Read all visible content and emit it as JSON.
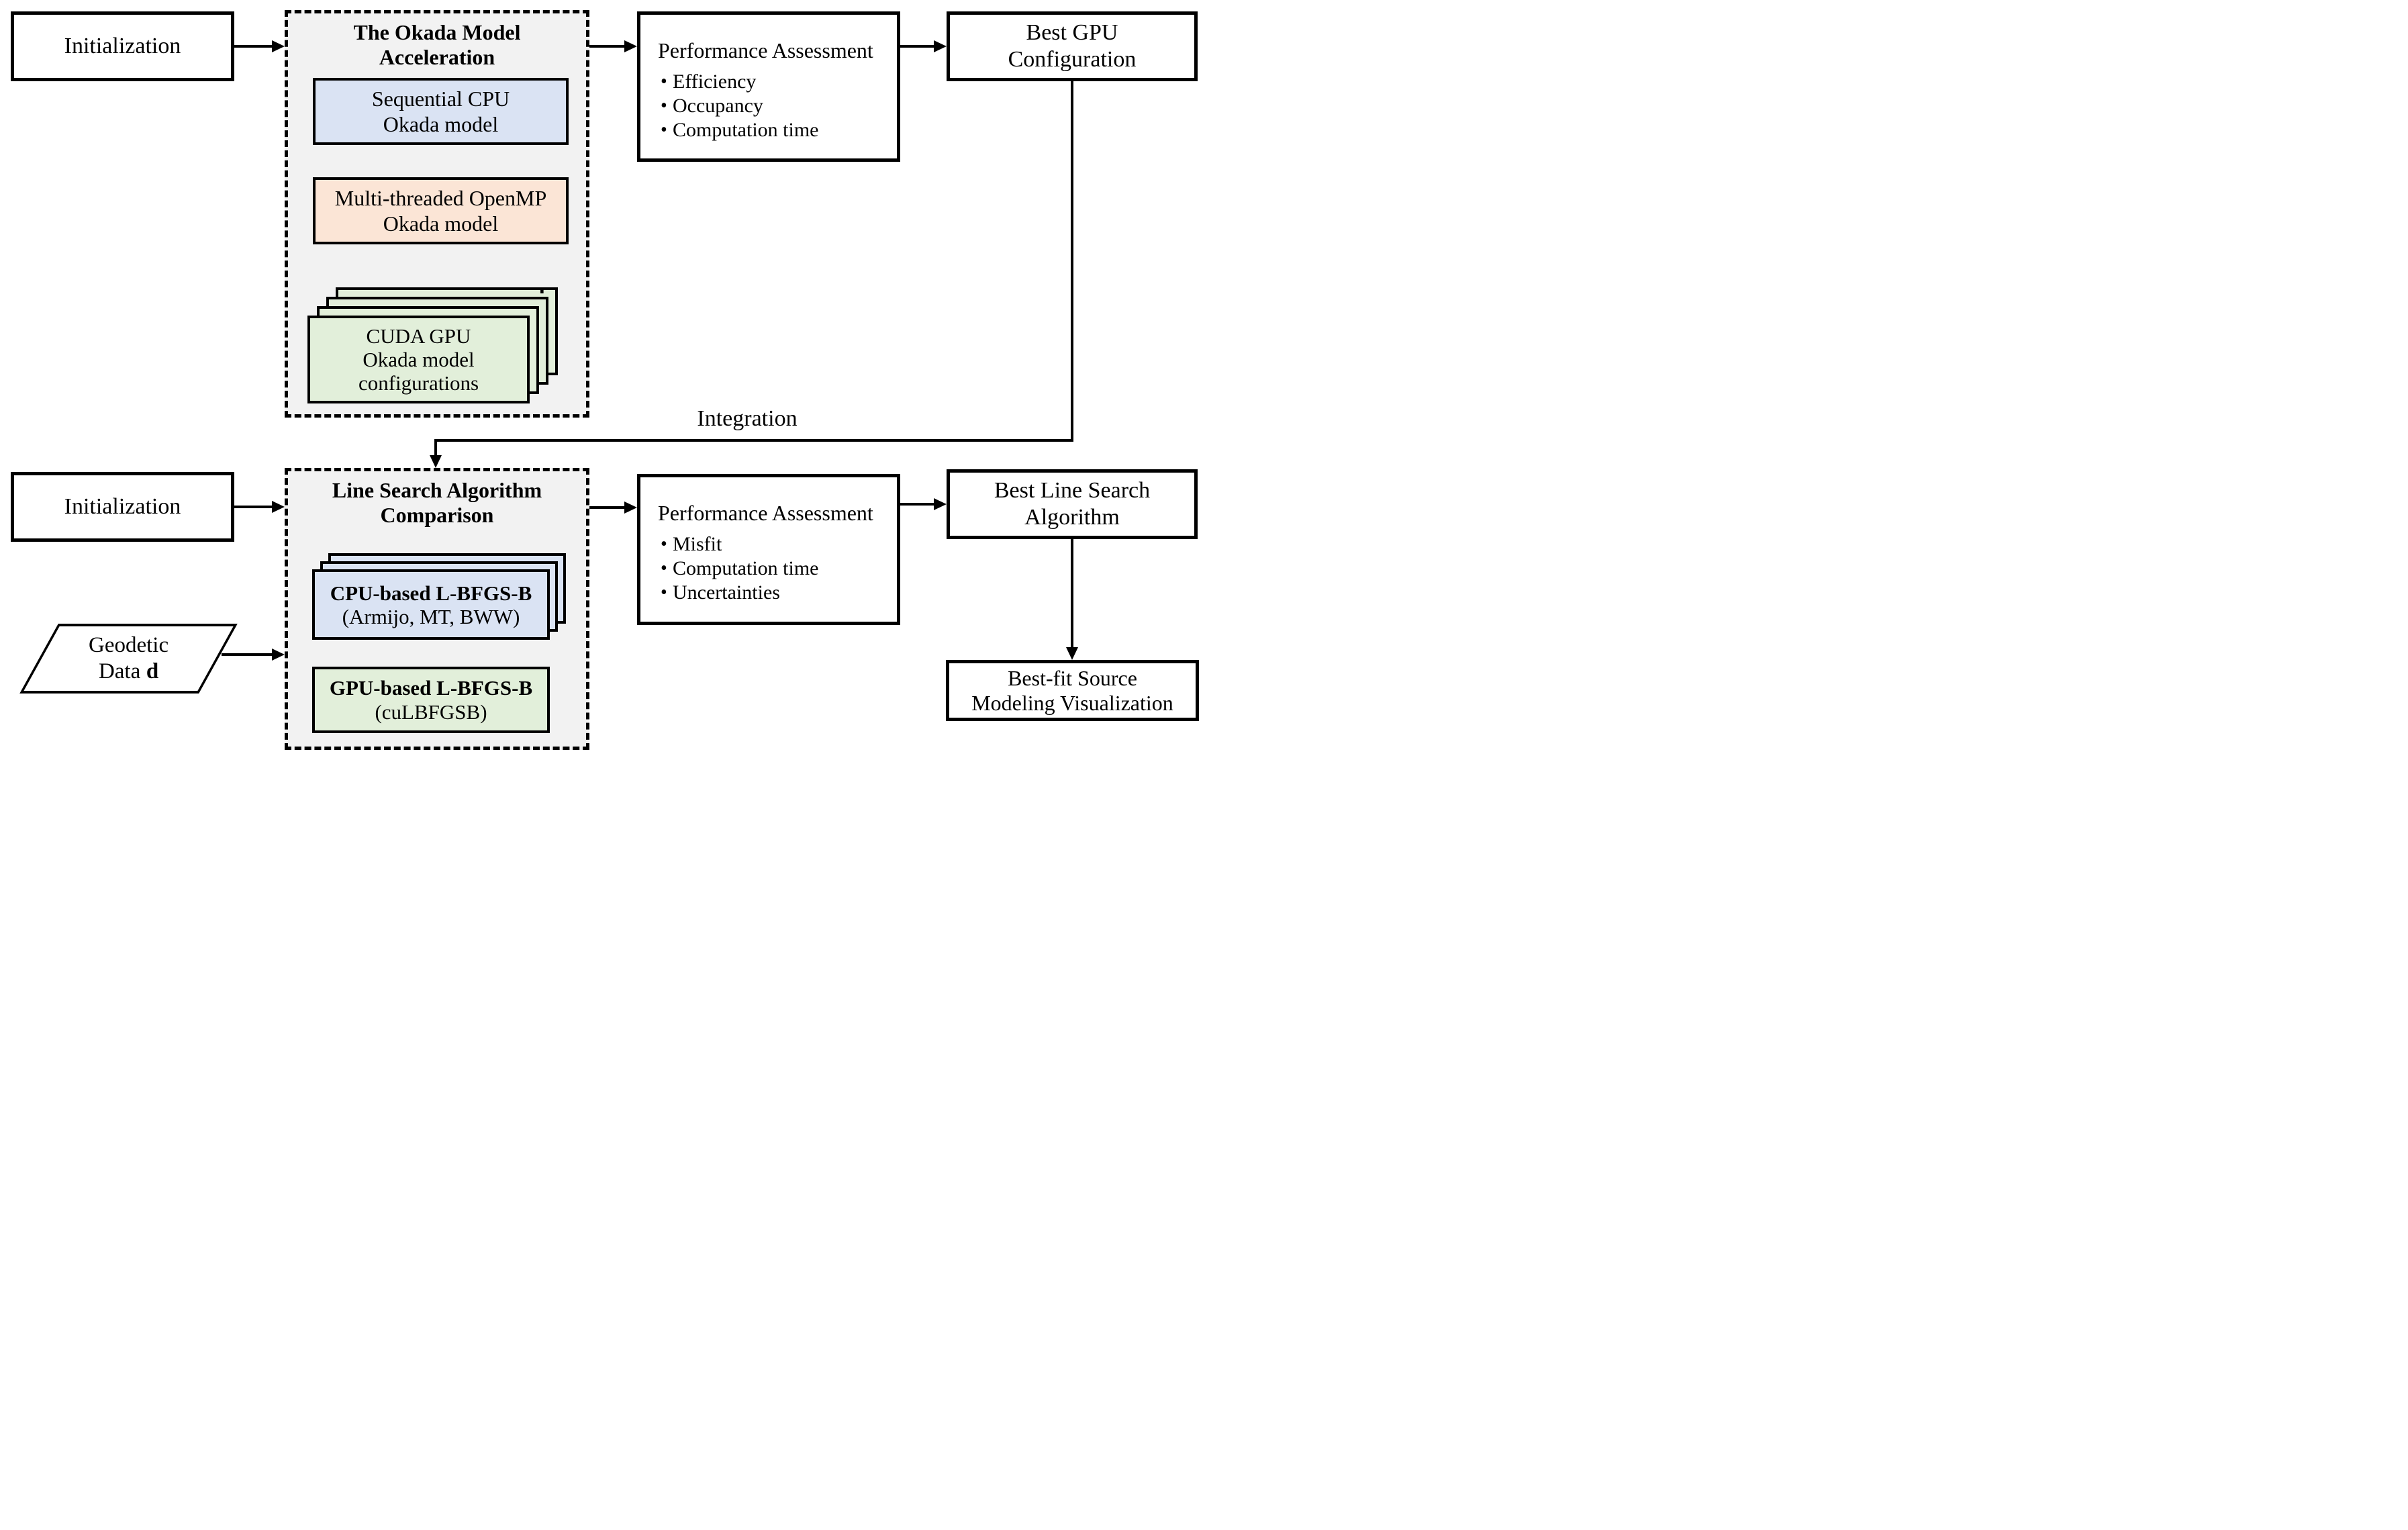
{
  "diagram": {
    "top_row": {
      "initialization": "Initialization",
      "okada_group": {
        "title_line1": "The Okada Model",
        "title_line2": "Acceleration",
        "sequential_box": {
          "line1": "Sequential CPU",
          "line2": "Okada model"
        },
        "openmp_box": {
          "line1": "Multi-threaded OpenMP",
          "line2": "Okada model"
        },
        "cuda_stack": {
          "line1": "CUDA GPU",
          "line2": "Okada model",
          "line3": "configurations",
          "ellipsis": "⋰"
        }
      },
      "performance": {
        "title": "Performance Assessment",
        "bullet_char": "•",
        "bullets": [
          "Efficiency",
          "Occupancy",
          "Computation time"
        ]
      },
      "best_gpu": {
        "line1": "Best GPU",
        "line2": "Configuration"
      }
    },
    "integration_label": "Integration",
    "bottom_row": {
      "initialization": "Initialization",
      "geodetic": {
        "line1": "Geodetic",
        "line2_prefix": "Data",
        "line2_bold": "d"
      },
      "ls_group": {
        "title_line1": "Line Search Algorithm",
        "title_line2": "Comparison",
        "cpu_box": {
          "line1": "CPU-based L-BFGS-B",
          "line2": "(Armijo, MT, BWW)"
        },
        "gpu_box": {
          "line1": "GPU-based L-BFGS-B",
          "line2": "(cuLBFGSB)"
        }
      },
      "performance": {
        "title": "Performance Assessment",
        "bullet_char": "•",
        "bullets": [
          "Misfit",
          "Computation time",
          "Uncertainties"
        ]
      },
      "best_ls": {
        "line1": "Best Line Search",
        "line2": "Algorithm"
      },
      "best_fit": {
        "line1": "Best-fit Source",
        "line2": "Modeling Visualization"
      }
    },
    "colors": {
      "blue": "#dae3f3",
      "orange": "#fbe5d6",
      "green": "#e2efda",
      "panel": "#f2f2f2",
      "line": "#000000"
    }
  }
}
